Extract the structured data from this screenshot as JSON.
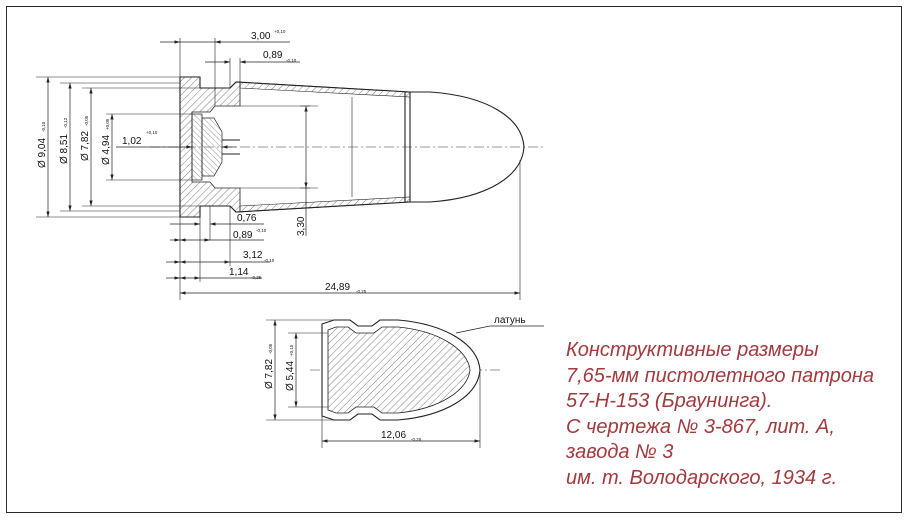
{
  "drawing": {
    "dims": {
      "d_top_3_00": "3,00",
      "d_top_3_00_tol": "+0,10",
      "d_top_0_89": "0,89",
      "d_top_0_89_tol": "-0,10",
      "d_9_04": "Ø 9,04",
      "d_9_04_tol": "-0,10",
      "d_8_51": "Ø 8,51",
      "d_8_51_tol": "-0,12",
      "d_7_82": "Ø 7,82",
      "d_7_82_tol": "-0,05",
      "d_4_94": "Ø 4,94",
      "d_4_94_tol": "+0,05",
      "d_1_02": "1,02",
      "d_1_02_tol": "+0,10",
      "d_0_76": "0,76",
      "d_0_89b": "0,89",
      "d_0_89b_tol": "-0,10",
      "d_3_30": "3,30",
      "d_3_12": "3,12",
      "d_3_12_tol": "-0,10",
      "d_1_14": "1,14",
      "d_1_14_tol": "-0,25",
      "d_24_89": "24,89",
      "d_24_89_tol": "-0,25",
      "d_b_7_82": "Ø 7,82",
      "d_b_7_82_tol": "-0,05",
      "d_b_5_44": "Ø 5,44",
      "d_b_5_44_tol": "+0,15",
      "d_b_12_06": "12,06",
      "d_b_12_06_tol": "-0,25",
      "material": "латунь"
    }
  },
  "caption": {
    "line1": "Конструктивные размеры",
    "line2": "7,65-мм пистолетного патрона",
    "line3": "57-Н-153 (Браунинга).",
    "line4": "С чертежа № 3-867, лит. А,",
    "line5": "завода № 3",
    "line6": "им. т. Володарского, 1934 г."
  },
  "colors": {
    "caption": "#a23a3e",
    "lines": "#222222",
    "hatch": "#444444"
  }
}
